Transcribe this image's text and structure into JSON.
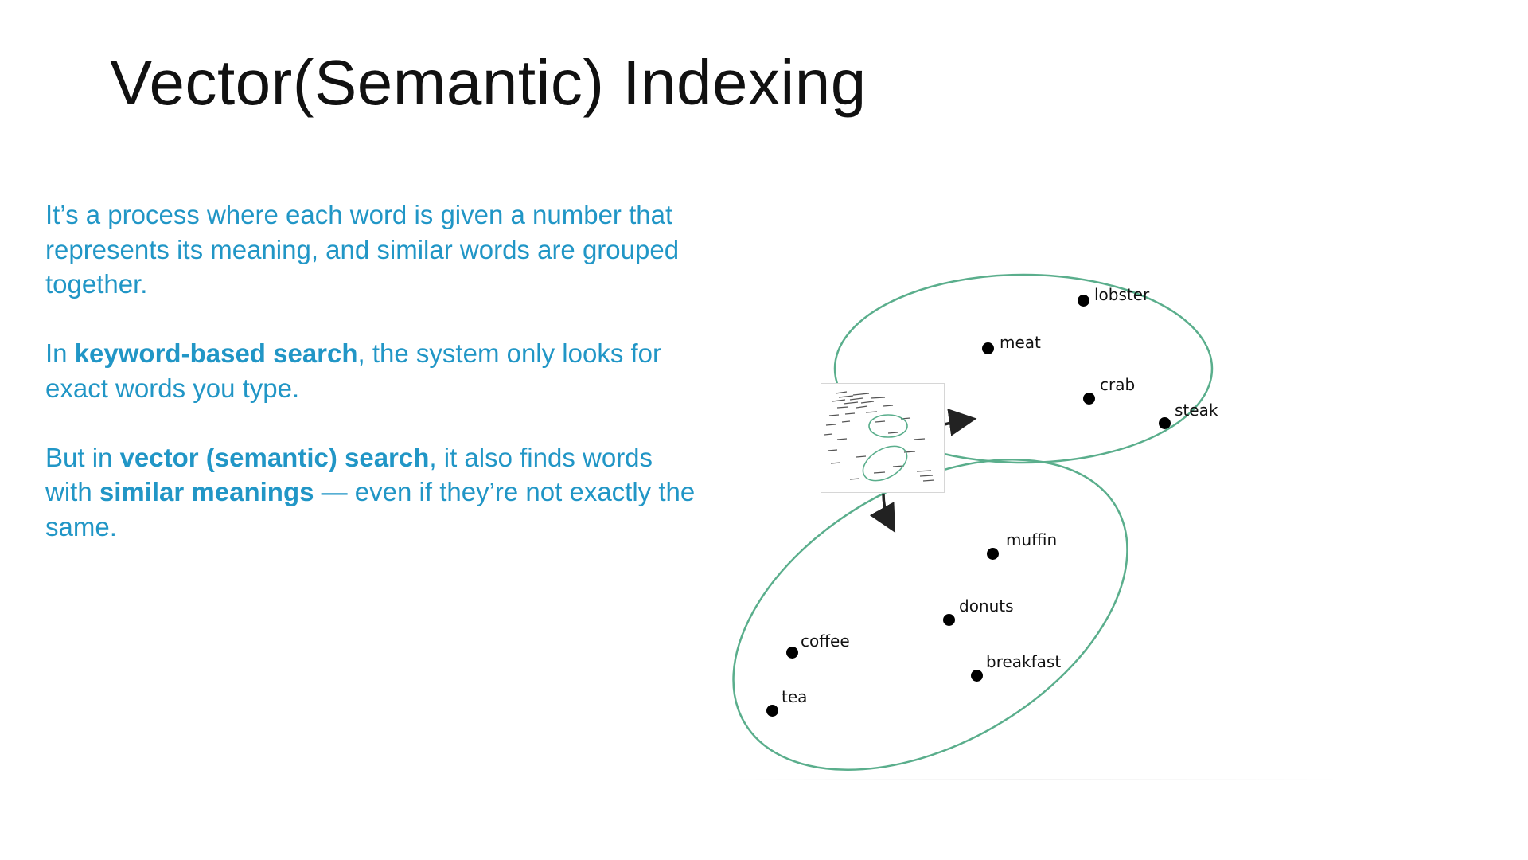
{
  "slide": {
    "title": "Vector(Semantic) Indexing"
  },
  "body": {
    "p1": "It’s a process where each word is given a number that represents its meaning, and similar words are grouped together.",
    "p2_pre": "In ",
    "p2_bold": "keyword-based search",
    "p2_post": ", the system only looks for exact words you type.",
    "p3_pre": "But in ",
    "p3_bold1": "vector (semantic) search",
    "p3_mid1": ", it also finds words with ",
    "p3_bold2": "similar meanings",
    "p3_post": " — even if they’re not exactly the same."
  },
  "diagram": {
    "cluster_top": {
      "words": [
        "lobster",
        "meat",
        "crab",
        "steak"
      ]
    },
    "cluster_bottom": {
      "words": [
        "muffin",
        "donuts",
        "coffee",
        "breakfast",
        "tea"
      ]
    }
  },
  "colors": {
    "body_text": "#2196c6",
    "ellipse": "#5aae8c",
    "title": "#111111"
  }
}
